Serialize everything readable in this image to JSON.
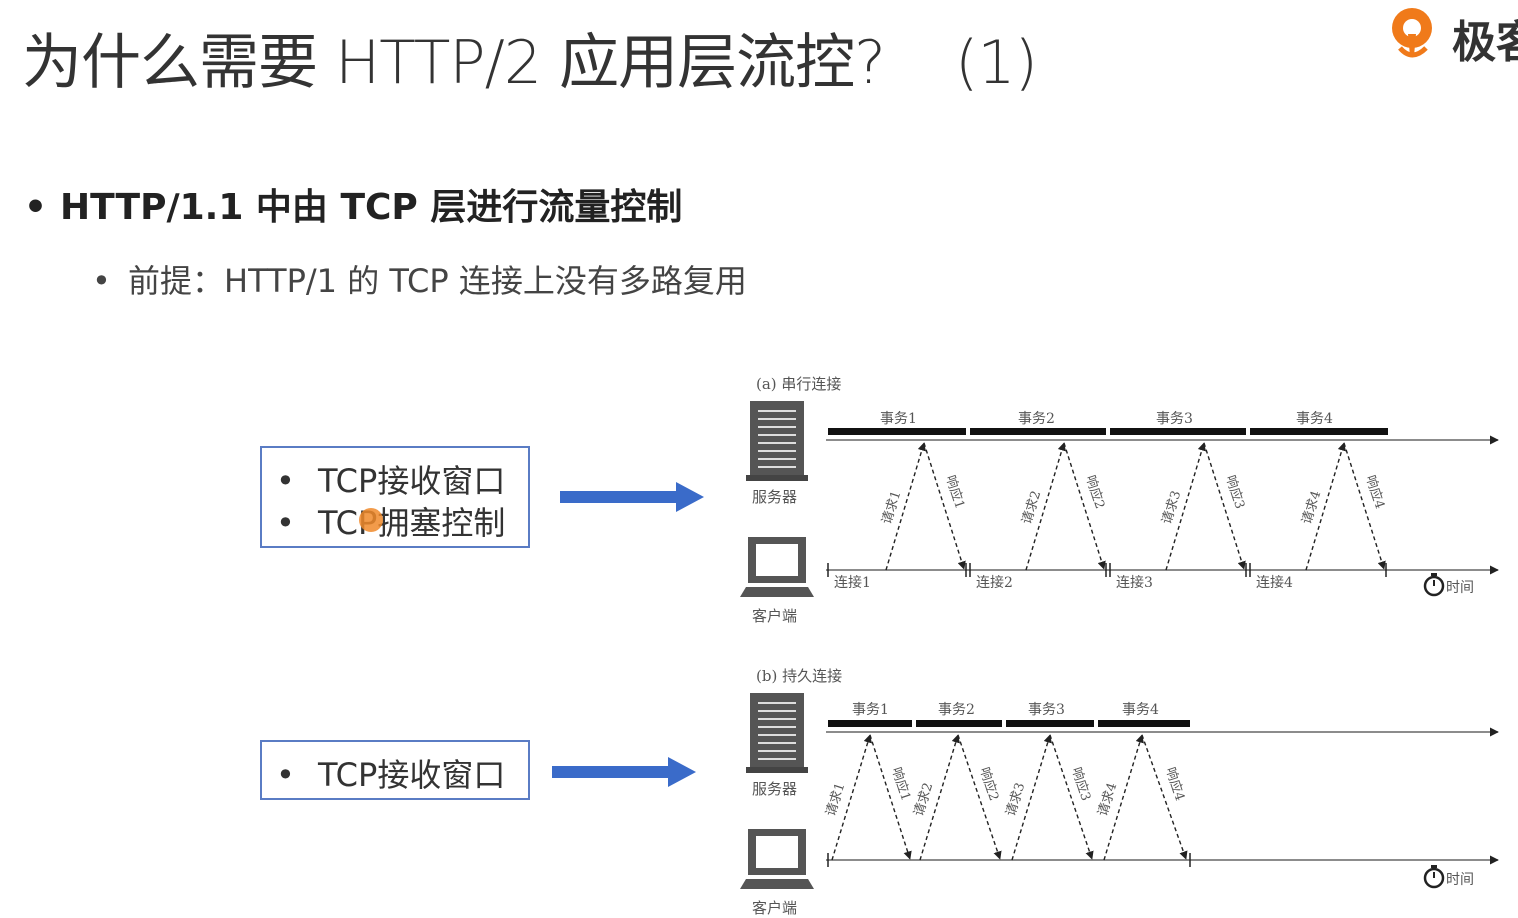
{
  "title": {
    "main": "为什么需要 HTTP/2 应用层流控?",
    "paren": "(1)"
  },
  "logo": {
    "text": "极客"
  },
  "bullets": {
    "level1": "HTTP/1.1 中由 TCP 层进行流量控制",
    "level2": "前提：HTTP/1 的 TCP 连接上没有多路复用"
  },
  "box_serial": {
    "line1": "TCP接收窗口",
    "line2": "TCP拥塞控制"
  },
  "box_persistent": {
    "line1": "TCP接收窗口"
  },
  "diagram_serial": {
    "caption": "(a) 串行连接",
    "server": "服务器",
    "client": "客户端",
    "transactions": [
      "事务1",
      "事务2",
      "事务3",
      "事务4"
    ],
    "requests": [
      "请求1",
      "请求2",
      "请求3",
      "请求4"
    ],
    "responses": [
      "响应1",
      "响应2",
      "响应3",
      "响应4"
    ],
    "connections": [
      "连接1",
      "连接2",
      "连接3",
      "连接4"
    ],
    "time": "时间"
  },
  "diagram_persistent": {
    "caption": "(b) 持久连接",
    "server": "服务器",
    "client": "客户端",
    "transactions": [
      "事务1",
      "事务2",
      "事务3",
      "事务4"
    ],
    "requests": [
      "请求1",
      "请求2",
      "请求3",
      "请求4"
    ],
    "responses": [
      "响应1",
      "响应2",
      "响应3",
      "响应4"
    ],
    "time": "时间"
  },
  "colors": {
    "arrow": "#3a6bc9",
    "box_border": "#5a7cc4",
    "logo": "#f07a1a",
    "cursor": "#f08a2a"
  }
}
